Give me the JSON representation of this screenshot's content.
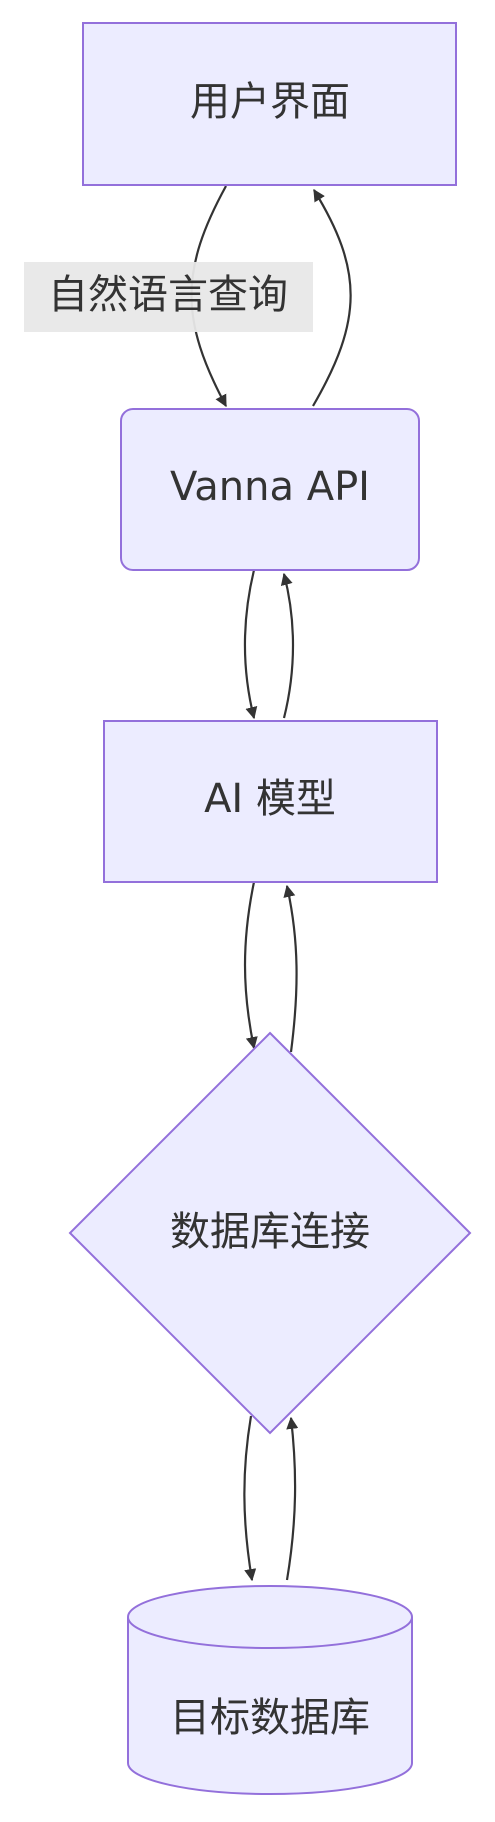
{
  "nodes": {
    "user_interface": {
      "label": "用户界面"
    },
    "vanna_api": {
      "label": "Vanna API"
    },
    "ai_model": {
      "label": "AI 模型"
    },
    "db_connection": {
      "label": "数据库连接"
    },
    "target_db": {
      "label": "目标数据库"
    }
  },
  "edges": {
    "ui_to_api": {
      "label": "自然语言查询"
    }
  },
  "colors": {
    "node_fill": "#ececff",
    "node_stroke": "#9370db",
    "edge_stroke": "#333333",
    "label_bg": "#e8e8e8"
  }
}
